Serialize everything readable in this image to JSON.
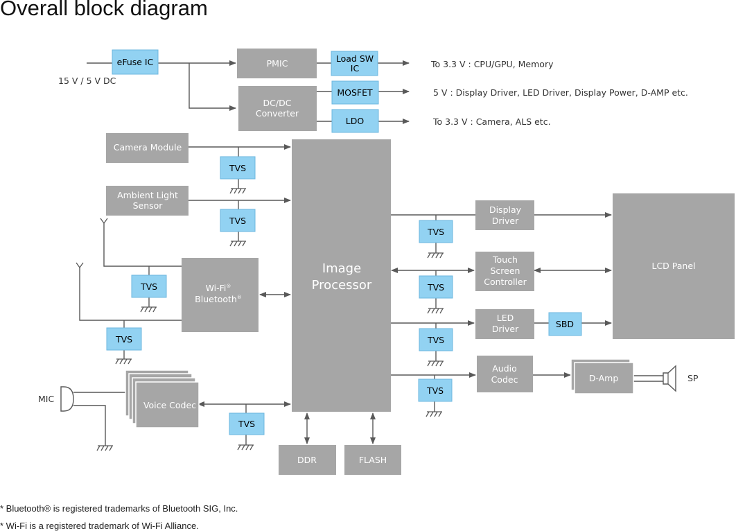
{
  "title": "Overall block diagram",
  "colors": {
    "gray_block": "#a6a6a6",
    "blue_block": "#92d2f2",
    "blue_border": "#6cb7df",
    "line": "#595959",
    "text_on_gray": "#ffffff",
    "text_on_blue": "#000000"
  },
  "power": {
    "input_label": "15 V / 5 V DC",
    "efuse": "eFuse IC",
    "pmic": "PMIC",
    "load_sw": [
      "Load SW",
      "IC"
    ],
    "dcdc": [
      "DC/DC",
      "Converter"
    ],
    "mosfet": "MOSFET",
    "ldo": "LDO",
    "out_33_cpu": "To 3.3 V : CPU/GPU, Memory",
    "out_5v": "5 V : Display Driver, LED Driver, Display Power, D-AMP etc.",
    "out_33_cam": "To 3.3 V : Camera, ALS etc."
  },
  "blocks": {
    "camera": "Camera Module",
    "als": [
      "Ambient Light",
      "Sensor"
    ],
    "wifi": "Wi-Fi",
    "bluetooth": "Bluetooth",
    "reg_mark": "®",
    "image_processor": [
      "Image",
      "Processor"
    ],
    "voice_codec": "Voice Codec",
    "ddr": "DDR",
    "flash": "FLASH",
    "display_driver": [
      "Display",
      "Driver"
    ],
    "touch": [
      "Touch",
      "Screen",
      "Controller"
    ],
    "led_driver": [
      "LED",
      "Driver"
    ],
    "sbd": "SBD",
    "lcd": "LCD Panel",
    "audio_codec": [
      "Audio",
      "Codec"
    ],
    "damp": "D-Amp",
    "mic": "MIC",
    "sp": "SP",
    "tvs": "TVS"
  },
  "notes": [
    "* Bluetooth® is registered trademarks of Bluetooth SIG, Inc.",
    "* Wi-Fi is a registered trademark of Wi-Fi Alliance."
  ]
}
